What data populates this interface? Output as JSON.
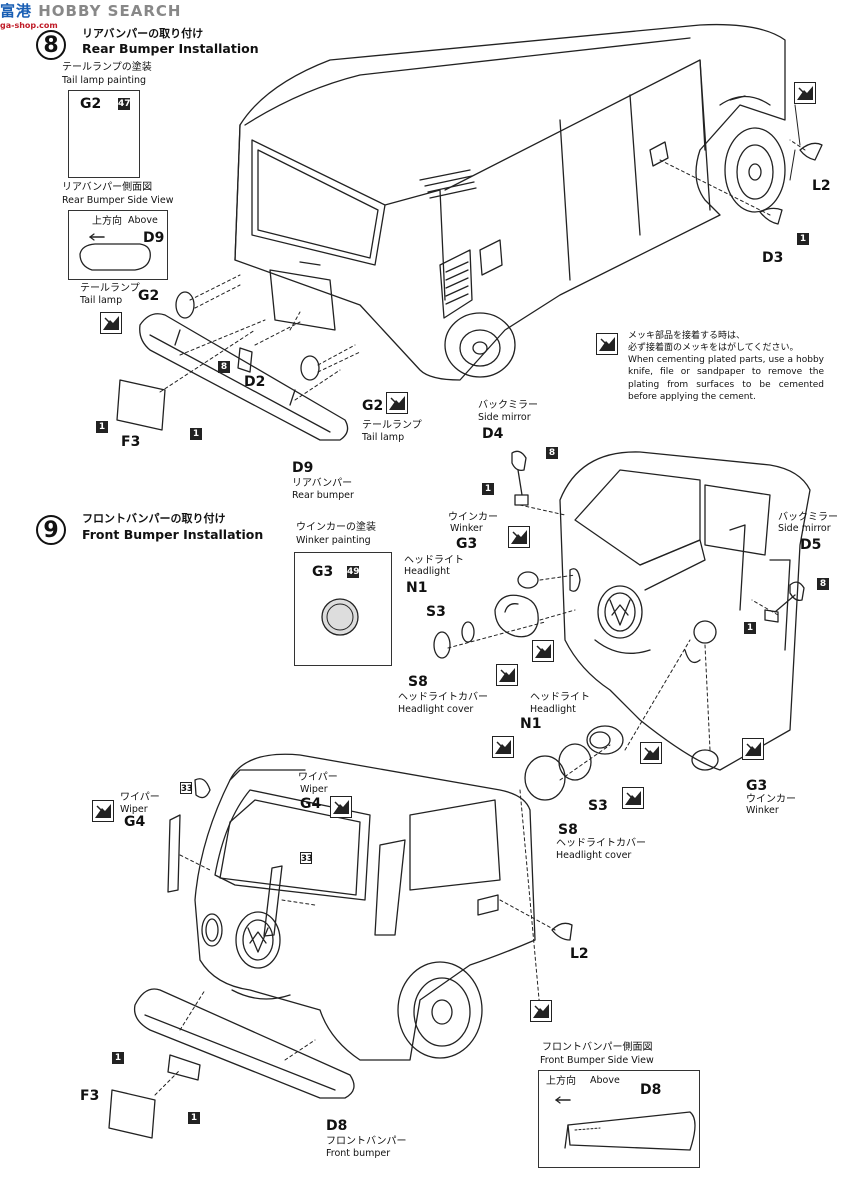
{
  "watermark": {
    "mark": "HOBBY SEARCH",
    "url": "ga-shop.com",
    "glyphs": "富港"
  },
  "step8": {
    "number": "8",
    "title_jp": "リアバンパーの取り付け",
    "title_en": "Rear Bumper Installation",
    "tail_painting": {
      "label_jp": "テールランプの塗装",
      "label_en": "Tail lamp painting",
      "part": "G2",
      "color": "47"
    },
    "side_view": {
      "label_jp": "リアバンパー側面図",
      "label_en": "Rear Bumper Side View",
      "above_jp": "上方向",
      "above_en": "Above",
      "part": "D9"
    },
    "labels": {
      "g2_left": "G2",
      "tail_jp": "テールランプ",
      "tail_en": "Tail lamp",
      "d2": "D2",
      "f3": "F3",
      "g2_right": "G2",
      "tail2_jp": "テールランプ",
      "tail2_en": "Tail lamp",
      "d9": "D9",
      "rear_bumper_jp": "リアバンパー",
      "rear_bumper_en": "Rear bumper",
      "l2": "L2",
      "d3": "D3"
    },
    "badges": {
      "b8a": "8",
      "b1a": "1",
      "b1b": "1",
      "b1c": "1"
    }
  },
  "plating_note": {
    "jp1": "メッキ部品を接着する時は、",
    "jp2": "必ず接着面のメッキをはがしてください。",
    "en": "When cementing plated parts, use a hobby knife, file or sandpaper to remove the plating from surfaces to be cemented before applying the cement."
  },
  "mirrors": {
    "d4_jp": "バックミラー",
    "d4_en": "Side mirror",
    "d4": "D4",
    "d5_jp": "バックミラー",
    "d5_en": "Side mirror",
    "d5": "D5",
    "b8_left": "8",
    "b1_left": "1",
    "b8_right": "8",
    "b1_right": "1"
  },
  "step9": {
    "number": "9",
    "title_jp": "フロントバンパーの取り付け",
    "title_en": "Front Bumper Installation",
    "winker_painting": {
      "label_jp": "ウインカーの塗装",
      "label_en": "Winker painting",
      "part": "G3",
      "color": "49"
    },
    "labels": {
      "winker_jp": "ウインカー",
      "winker_en": "Winker",
      "g3": "G3",
      "headlight_jp": "ヘッドライト",
      "headlight_en": "Headlight",
      "n1": "N1",
      "s3": "S3",
      "s8": "S8",
      "cover_jp": "ヘッドライトカバー",
      "cover_en": "Headlight cover",
      "headlight2_jp": "ヘッドライト",
      "headlight2_en": "Headlight",
      "n1b": "N1",
      "s3b": "S3",
      "s8b": "S8",
      "cover2_jp": "ヘッドライトカバー",
      "cover2_en": "Headlight cover",
      "g3b": "G3",
      "winker2_jp": "ウインカー",
      "winker2_en": "Winker",
      "wiper_jp": "ワイパー",
      "wiper_en": "Wiper",
      "g4": "G4",
      "wiper2_jp": "ワイパー",
      "wiper2_en": "Wiper",
      "g4b": "G4",
      "c33a": "33",
      "c33b": "33",
      "l2": "L2",
      "f3": "F3",
      "b1a": "1",
      "b1b": "1",
      "d8": "D8",
      "front_bumper_jp": "フロントバンパー",
      "front_bumper_en": "Front bumper"
    },
    "side_view": {
      "label_jp": "フロントバンパー側面図",
      "label_en": "Front Bumper Side View",
      "above_jp": "上方向",
      "above_en": "Above",
      "part": "D8"
    }
  }
}
